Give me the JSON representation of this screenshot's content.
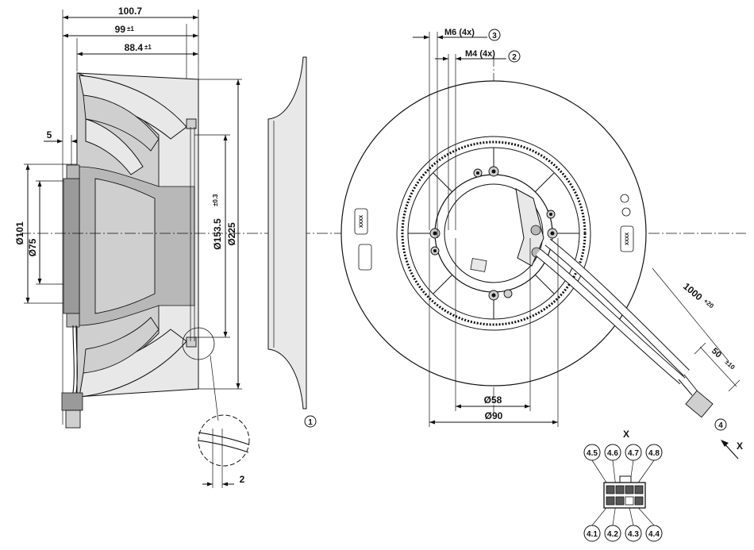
{
  "side_view": {
    "dim_total_width": "100.7",
    "dim_width_99": "99",
    "dim_width_99_tol": "±1",
    "dim_width_88": "88.4",
    "dim_width_88_tol": "±1",
    "dim_offset": "5",
    "dim_diameter_101": "Ø101",
    "dim_diameter_75": "Ø75",
    "dim_diameter_153": "Ø153.5",
    "dim_diameter_153_tol": "±0.3",
    "dim_diameter_225": "Ø225",
    "detail_gap": "2"
  },
  "inlet_ring": {
    "label": "1"
  },
  "front_view": {
    "thread_m6": "M6 (4x)",
    "thread_m6_ref": "3",
    "thread_m4": "M4 (4x)",
    "thread_m4_ref": "2",
    "cable_length": "1000",
    "cable_length_tol": "+20",
    "strip_length": "50",
    "strip_length_tol": "±10",
    "connector_ref": "4",
    "section_mark": "X",
    "dim_diameter_58": "Ø58",
    "dim_diameter_90": "Ø90",
    "sticker_left_1": "XXXX",
    "sticker_right_1": "XXXX"
  },
  "connector_detail": {
    "title": "X",
    "top_pins": [
      "4.5",
      "4.6",
      "4.7",
      "4.8"
    ],
    "bottom_pins": [
      "4.1",
      "4.2",
      "4.3",
      "4.4"
    ]
  }
}
